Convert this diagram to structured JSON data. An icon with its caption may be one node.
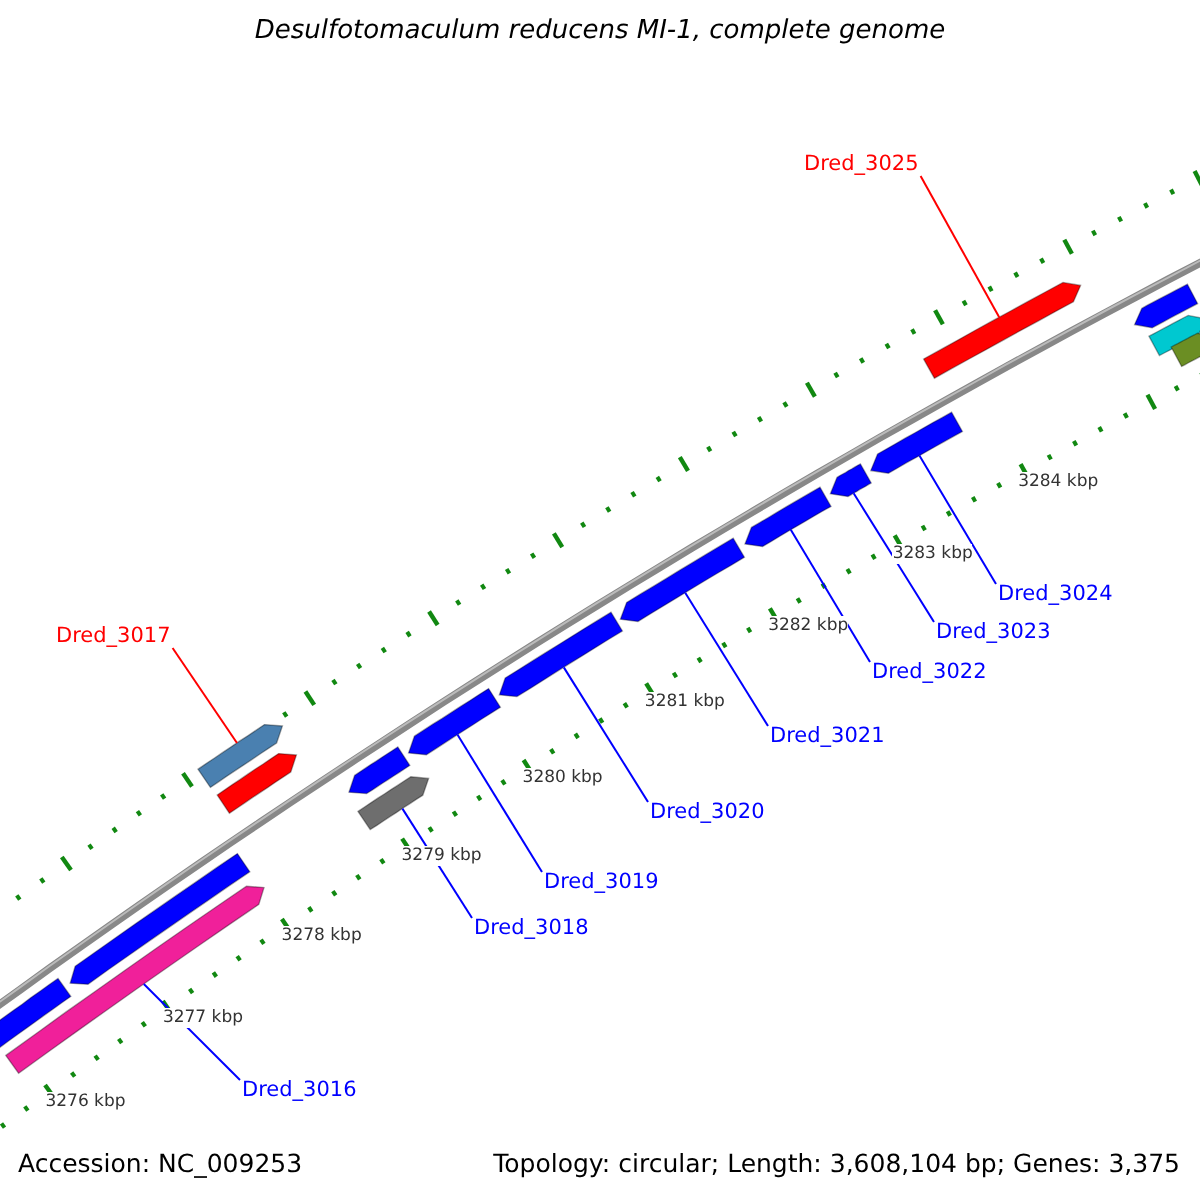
{
  "diagram": {
    "title": "Desulfotomaculum reducens MI-1, complete genome",
    "nodes": [
      {
        "text": [
          "Dred_3025"
        ]
      },
      {
        "text": [],
        "shape": "bar"
      },
      {
        "text": [
          "Dred_3017"
        ]
      },
      {
        "text": [],
        "shape": "bar"
      },
      {
        "text": [],
        "shape": "bar"
      },
      {
        "text": [
          "Dred_3024"
        ]
      },
      {
        "text": [],
        "shape": "bar"
      },
      {
        "text": [
          "Dred_3023"
        ]
      },
      {
        "text": [],
        "shape": "bar"
      },
      {
        "text": [
          "Dred_3022"
        ]
      },
      {
        "text": [],
        "shape": "bar"
      },
      {
        "text": [
          "Dred_3021"
        ]
      },
      {
        "text": [],
        "shape": "bar"
      },
      {
        "text": [
          "Dred_3020"
        ]
      },
      {
        "text": [],
        "shape": "bar"
      },
      {
        "text": [
          "Dred_3019"
        ]
      },
      {
        "text": [],
        "shape": "bar"
      },
      {
        "text": [
          "Dred_3018"
        ]
      },
      {
        "text": [],
        "shape": "bar"
      },
      {
        "text": [],
        "shape": "bar"
      },
      {
        "text": [
          "Dred_3016"
        ]
      },
      {
        "text": [],
        "shape": "bar"
      },
      {
        "text": [],
        "shape": "bar"
      },
      {
        "text": [],
        "shape": "bar"
      },
      {
        "text": [],
        "shape": "bar"
      },
      {
        "text": [],
        "shape": "bar"
      },
      {
        "text": [],
        "shape": "bar"
      }
    ],
    "edges": [
      {
        "from": 0,
        "to": 1,
        "arrow": "none",
        "color": "#ff0000"
      },
      {
        "from": 2,
        "to": 3,
        "arrow": "none",
        "color": "#ff0000"
      },
      {
        "from": 5,
        "to": 6,
        "arrow": "none"
      },
      {
        "from": 7,
        "to": 8,
        "arrow": "none"
      },
      {
        "from": 9,
        "to": 10,
        "arrow": "none"
      },
      {
        "from": 11,
        "to": 12,
        "arrow": "none"
      },
      {
        "from": 13,
        "to": 14,
        "arrow": "none"
      },
      {
        "from": 15,
        "to": 16,
        "arrow": "none"
      },
      {
        "from": 17,
        "to": 18,
        "arrow": "none"
      },
      {
        "from": 20,
        "to": 21,
        "arrow": "none"
      }
    ],
    "labels": [
      "3284 kbp",
      "3283 kbp",
      "3282 kbp",
      "3281 kbp",
      "3280 kbp",
      "3279 kbp",
      "3278 kbp",
      "3277 kbp",
      "3276 kbp",
      "Accession: NC_009253",
      "Topology: circular; Length: 3,608,104 bp; Genes: 3,375"
    ]
  }
}
